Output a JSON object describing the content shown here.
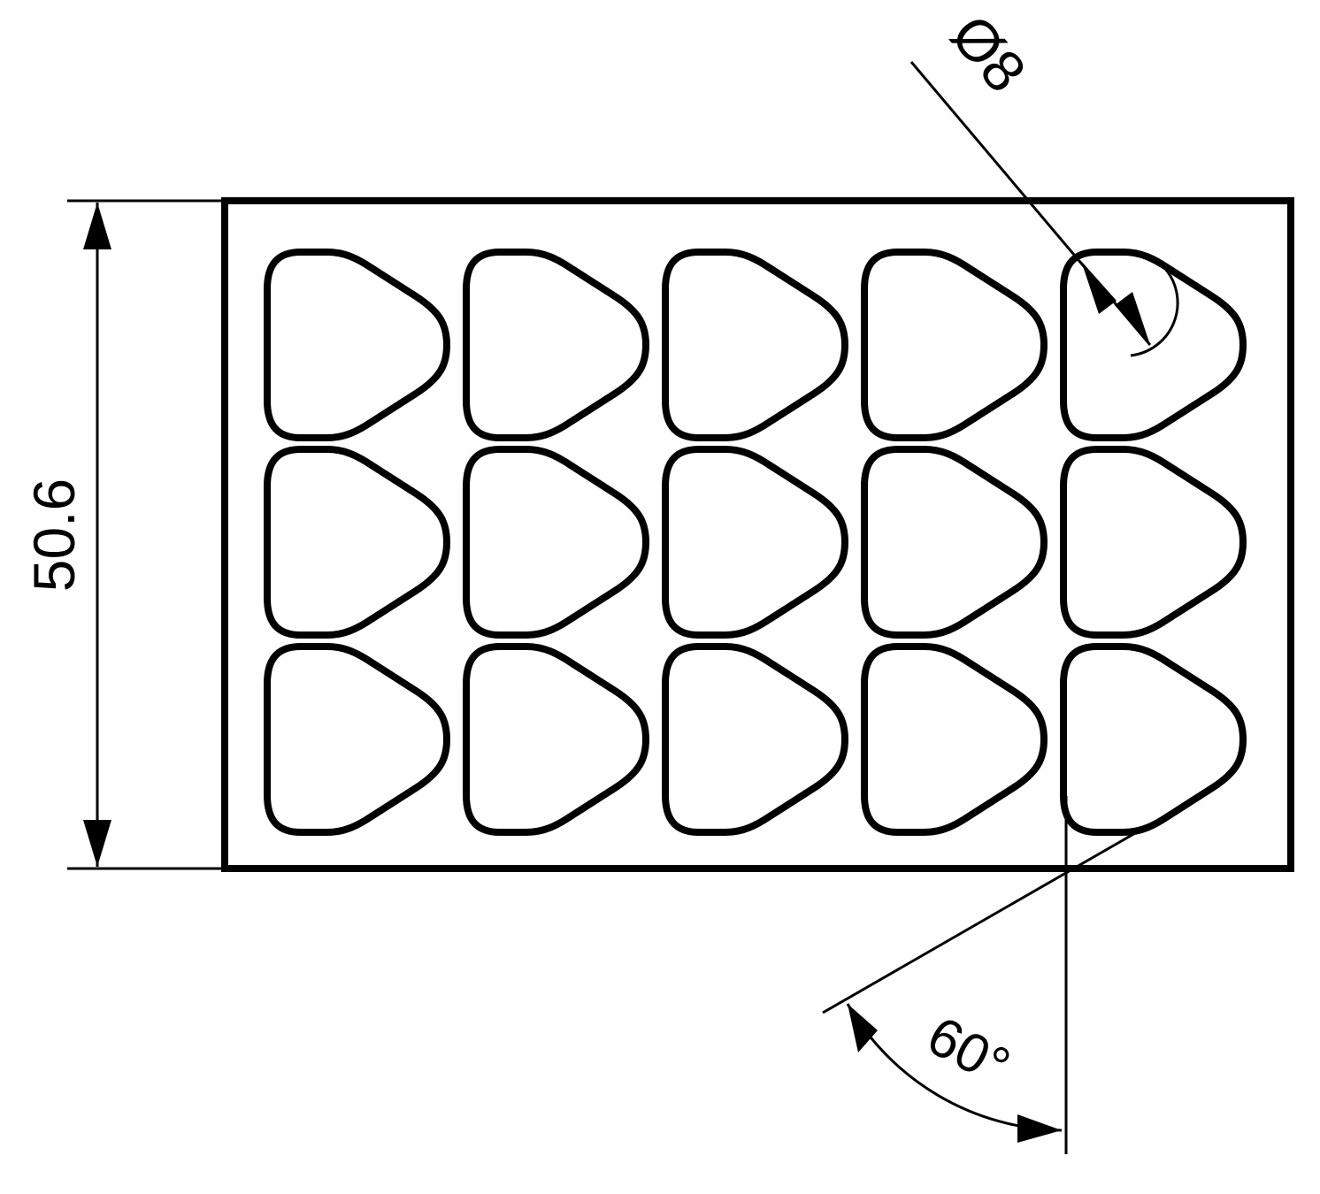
{
  "diagram": {
    "grid": {
      "rows": 3,
      "columns": 5
    },
    "dimensions": {
      "height": {
        "value": "50.6"
      },
      "diameter": {
        "value": "Ø8"
      },
      "angle": {
        "value": "60°"
      }
    },
    "colors": {
      "line": "#000000",
      "background": "#ffffff"
    }
  }
}
